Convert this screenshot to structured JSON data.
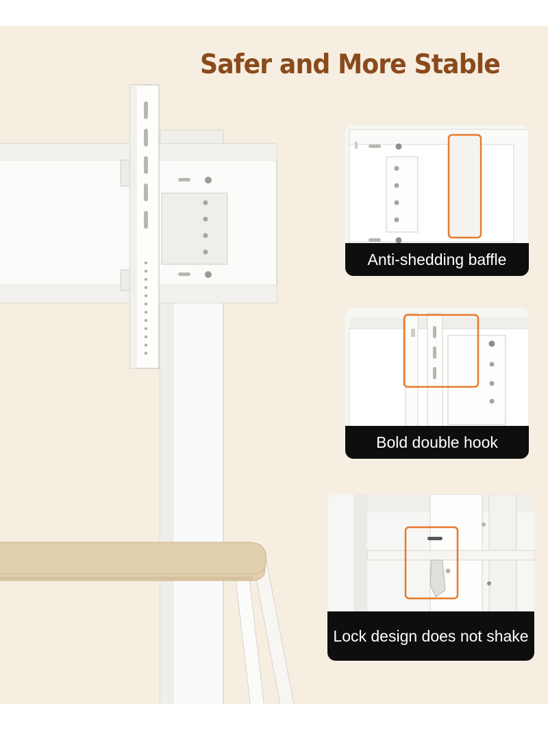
{
  "headline": "Safer and More Stable",
  "colors": {
    "background": "#f6eee0",
    "headline": "#8a4a1d",
    "highlight": "#e8782a",
    "caption_bg": "#0e0e0e",
    "caption_text": "#ffffff",
    "shelf_wood": "#e2cfae"
  },
  "features": [
    {
      "caption": "Anti-shedding baffle",
      "icon": "highlight-frame-icon"
    },
    {
      "caption": "Bold double hook",
      "icon": "highlight-frame-icon"
    },
    {
      "caption": "Lock design does not shake",
      "icon": "highlight-frame-icon"
    }
  ]
}
